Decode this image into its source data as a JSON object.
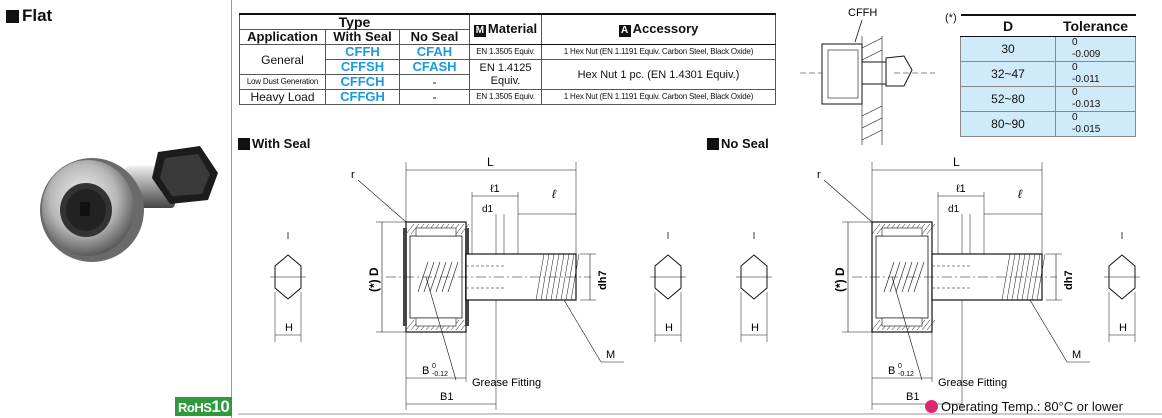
{
  "category": {
    "title": "Flat"
  },
  "rohs": {
    "prefix": "RoHS",
    "num": "10"
  },
  "spec_table": {
    "head_type": "Type",
    "head_application": "Application",
    "head_with_seal": "With Seal",
    "head_no_seal": "No Seal",
    "head_material_icon": "M",
    "head_material": "Material",
    "head_accessory_icon": "A",
    "head_accessory": "Accessory",
    "rows": [
      {
        "app": "General",
        "with": "CFFH",
        "no": "CFAH",
        "material": "EN 1.3505 Equiv.",
        "accessory": "1 Hex Nut (EN 1.1191 Equiv. Carbon Steel, Black Oxide)"
      },
      {
        "with": "CFFSH",
        "no": "CFASH",
        "material": "EN 1.4125 Equiv.",
        "accessory": "Hex Nut 1 pc. (EN 1.4301 Equiv.)"
      },
      {
        "app": "Low Dust Generation",
        "with": "CFFCH",
        "no": "-"
      },
      {
        "app": "Heavy Load",
        "with": "CFFGH",
        "no": "-",
        "material": "EN 1.3505 Equiv.",
        "accessory": "1 Hex Nut (EN 1.1191 Equiv. Carbon Steel, Black Oxide)"
      }
    ]
  },
  "install": {
    "label": "CFFH",
    "star": "(*)"
  },
  "tolerance": {
    "head_d": "D",
    "head_tol": "Tolerance",
    "rows": [
      {
        "d": "30",
        "upper": "0",
        "lower": "-0.009"
      },
      {
        "d": "32~47",
        "upper": "0",
        "lower": "-0.011"
      },
      {
        "d": "52~80",
        "upper": "0",
        "lower": "-0.013"
      },
      {
        "d": "80~90",
        "upper": "0",
        "lower": "-0.015"
      }
    ]
  },
  "drawings": {
    "with_seal": "With Seal",
    "no_seal": "No Seal",
    "L": "L",
    "l1": "ℓ1",
    "l": "ℓ",
    "d1": "d1",
    "r": "r",
    "D": "(*) D",
    "dh7": "dh7",
    "H": "H",
    "B": "B",
    "B_tol_upper": "0",
    "B_tol_lower": "-0.12",
    "B1": "B1",
    "M": "M",
    "grease": "Grease Fitting"
  },
  "note": {
    "operating_temp": "Operating Temp.: 80°C or lower"
  },
  "colors": {
    "accent_blue": "#1a9be0",
    "table_fill": "#cfeaf8",
    "rohs_green": "#2e9a3b",
    "note_pink": "#e0266f"
  }
}
